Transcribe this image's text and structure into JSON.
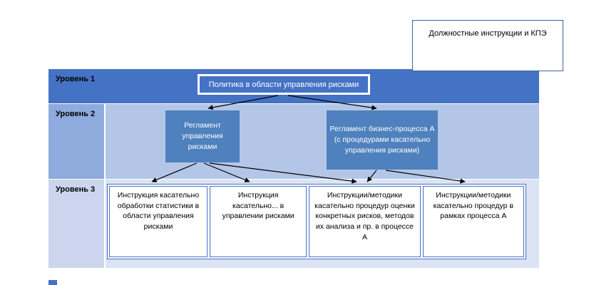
{
  "kpi_box": {
    "label": "Должностные инструкции и КПЭ"
  },
  "levels": [
    {
      "label": "Уровень 1"
    },
    {
      "label": "Уровень 2"
    },
    {
      "label": "Уровень 3"
    }
  ],
  "policy_box": {
    "label": "Политика в области управления рисками"
  },
  "level2_boxes": [
    {
      "label": "Регламент управления рисками"
    },
    {
      "label": "Регламент бизнес-процесса А (с процедурами касательно управления рисками)"
    }
  ],
  "level3_boxes": [
    {
      "label": "Инструкция касательно обработки статистики в области управления рисками"
    },
    {
      "label": "Инструкция касательно... в управлении рисками"
    },
    {
      "label": "Инструкции/методики касательно процедур оценки конкретных рисков, методов их анализа и пр. в процессе А"
    },
    {
      "label": "Инструкции/методики касательно процедур в рамках процесса А"
    }
  ],
  "colors": {
    "level1_band": "#4472c4",
    "level2_band_label": "#8faadc",
    "level2_band_content": "#b4c6e7",
    "level3_band_label": "#cbd6ee",
    "level3_band_content": "#dbe3f4",
    "box_blue": "#4e81bd",
    "border_blue": "#4472c4",
    "arrow": "#000000"
  }
}
